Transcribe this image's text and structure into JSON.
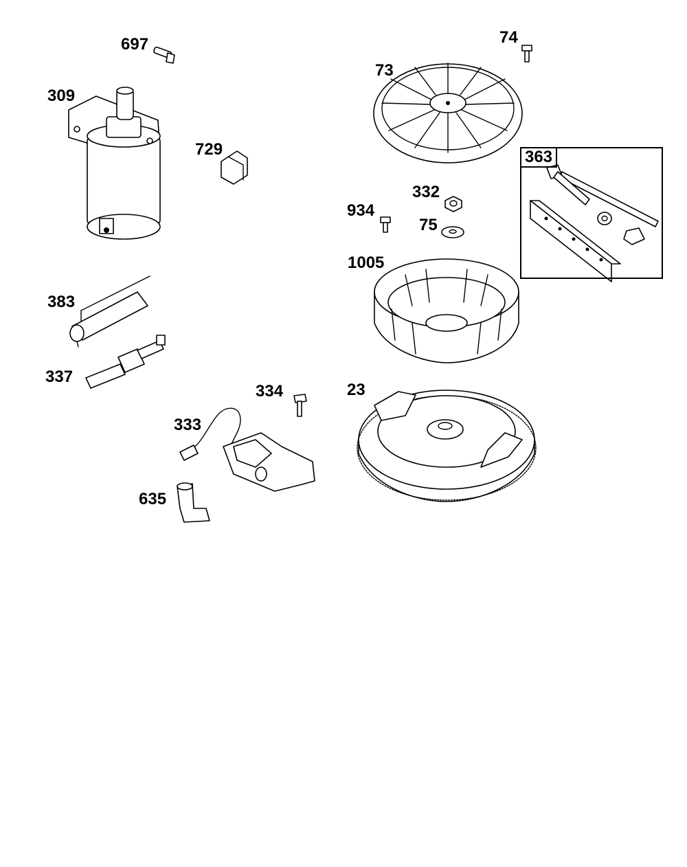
{
  "parts": [
    {
      "id": "697",
      "name": "screw"
    },
    {
      "id": "309",
      "name": "starter-motor"
    },
    {
      "id": "729",
      "name": "clip"
    },
    {
      "id": "383",
      "name": "spark-tester"
    },
    {
      "id": "337",
      "name": "spark-plug"
    },
    {
      "id": "334",
      "name": "screw"
    },
    {
      "id": "333",
      "name": "ignition-armature"
    },
    {
      "id": "635",
      "name": "spark-plug-boot"
    },
    {
      "id": "74",
      "name": "screw"
    },
    {
      "id": "73",
      "name": "rotating-screen"
    },
    {
      "id": "363",
      "name": "flywheel-puller-kit"
    },
    {
      "id": "332",
      "name": "nut"
    },
    {
      "id": "934",
      "name": "screw"
    },
    {
      "id": "75",
      "name": "washer"
    },
    {
      "id": "1005",
      "name": "fan"
    },
    {
      "id": "23",
      "name": "flywheel"
    }
  ]
}
